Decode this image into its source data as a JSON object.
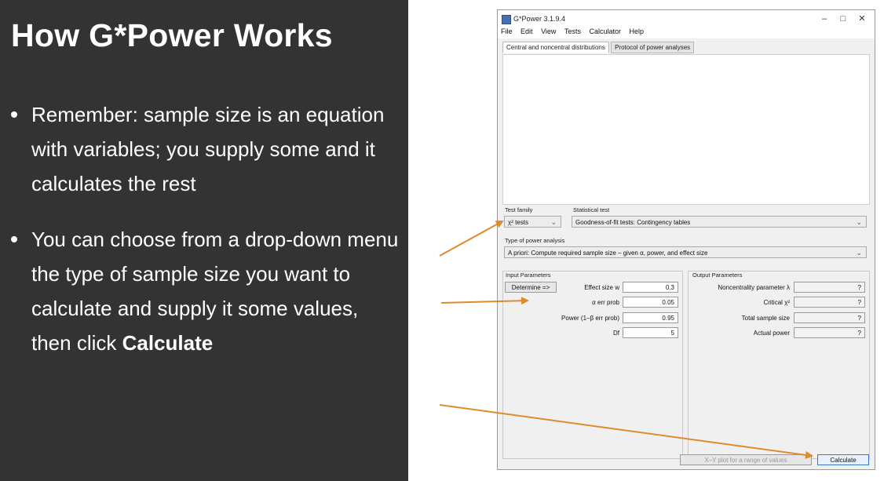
{
  "slide": {
    "title": "How G*Power Works",
    "bullet1": "Remember: sample size is an equation with variables; you supply some and it calculates the rest",
    "bullet2_lead": "You can choose from a drop-down menu the type of sample size you want to calculate and supply it some values, then click ",
    "bullet2_emphasis": "Calculate"
  },
  "window": {
    "title": "G*Power 3.1.9.4",
    "controls": [
      "–",
      "□",
      "✕"
    ],
    "icon": "gpower-app-icon"
  },
  "menu": [
    "File",
    "Edit",
    "View",
    "Tests",
    "Calculator",
    "Help"
  ],
  "tabs": [
    "Central and noncentral distributions",
    "Protocol of power analyses"
  ],
  "test_family": {
    "label": "Test family",
    "value": "χ² tests"
  },
  "statistical_test": {
    "label": "Statistical test",
    "value": "Goodness-of-fit tests: Contingency tables"
  },
  "analysis_type": {
    "label": "Type of power analysis",
    "value": "A priori: Compute required sample size – given α, power, and effect size"
  },
  "input_params": {
    "title": "Input Parameters",
    "determine_label": "Determine =>",
    "fields": [
      {
        "label": "Effect size w",
        "value": "0.3"
      },
      {
        "label": "α err prob",
        "value": "0.05"
      },
      {
        "label": "Power (1–β err prob)",
        "value": "0.95"
      },
      {
        "label": "Df",
        "value": "5"
      }
    ]
  },
  "output_params": {
    "title": "Output Parameters",
    "fields": [
      {
        "label": "Noncentrality parameter λ",
        "value": "?"
      },
      {
        "label": "Critical χ²",
        "value": "?"
      },
      {
        "label": "Total sample size",
        "value": "?"
      },
      {
        "label": "Actual power",
        "value": "?"
      }
    ]
  },
  "buttons": {
    "xy_plot": "X–Y plot for a range of values",
    "calculate": "Calculate"
  },
  "colors": {
    "slide_bg": "#333333",
    "arrow": "#e08a2e"
  }
}
